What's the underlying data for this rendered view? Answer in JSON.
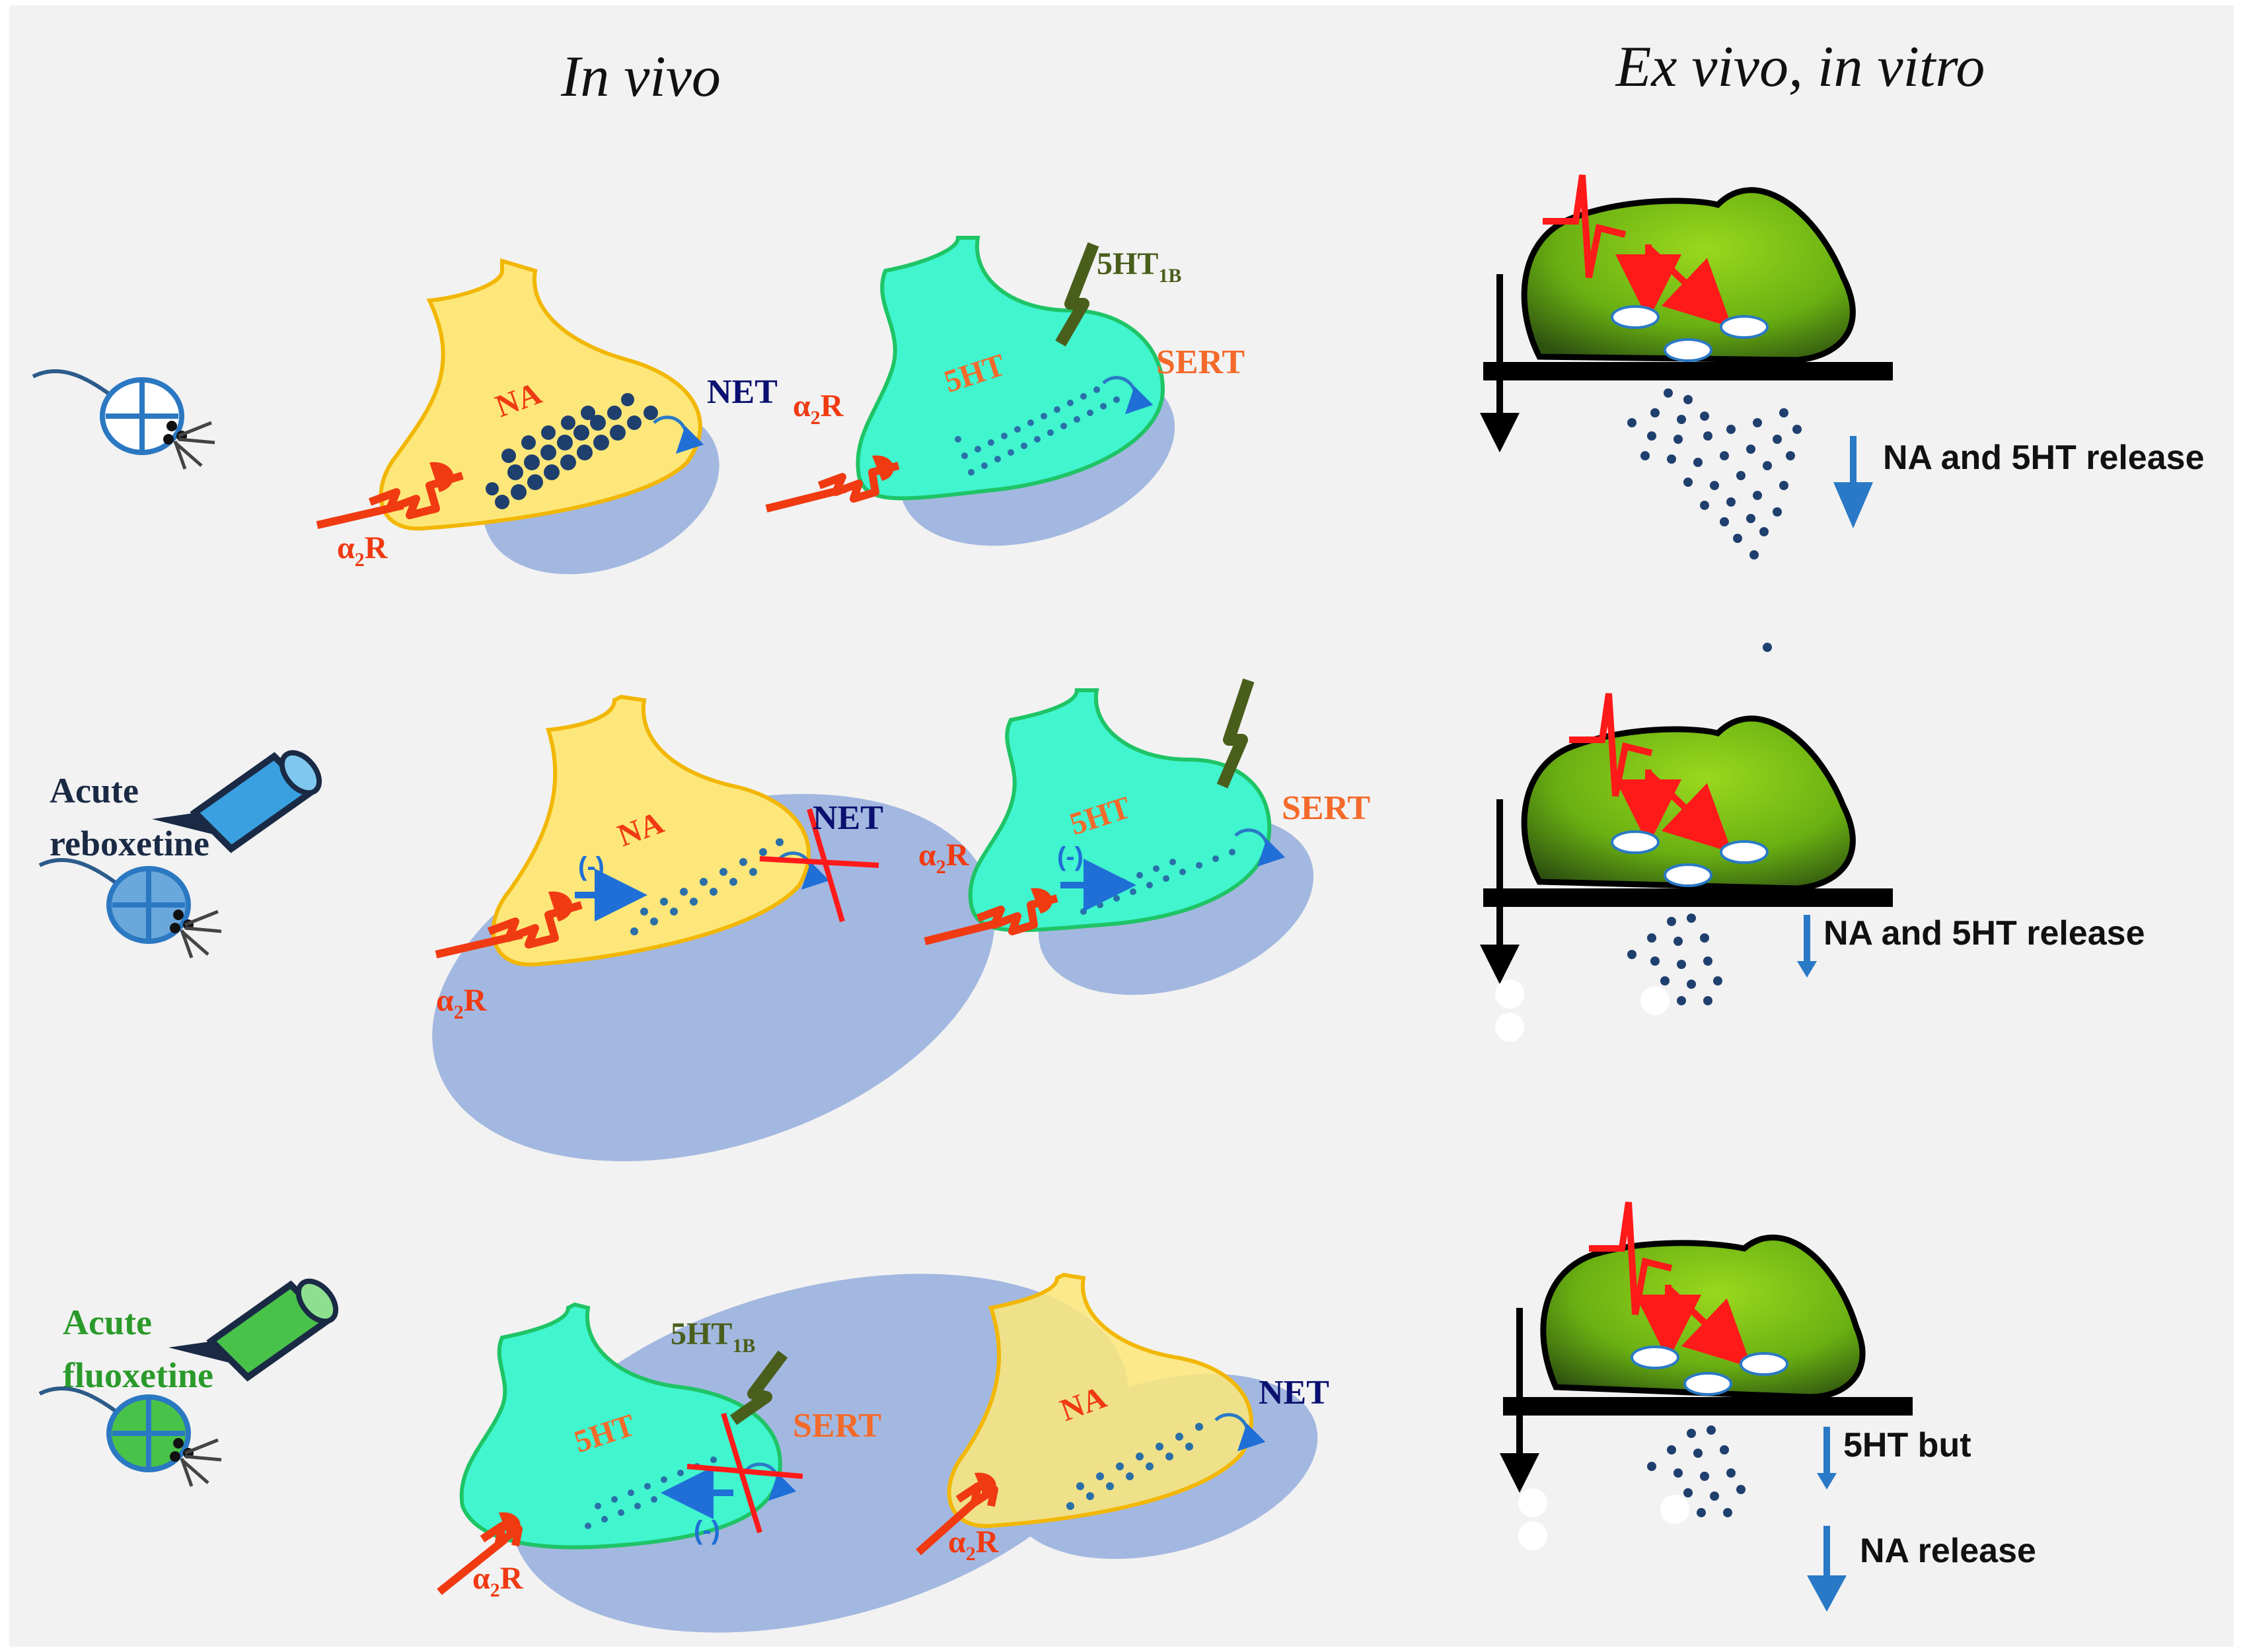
{
  "headers": {
    "in_vivo": "In vivo",
    "ex_vivo": "Ex vivo, in vitro"
  },
  "conditions": {
    "control": {
      "label_1": "",
      "label_2": ""
    },
    "reboxetine": {
      "label_1": "Acute",
      "label_2": "reboxetine"
    },
    "fluoxetine": {
      "label_1": "Acute",
      "label_2": "fluoxetine"
    }
  },
  "labels": {
    "na": "NA",
    "fivehttext": "5HT",
    "net": "NET",
    "sert": "SERT",
    "alpha": "α",
    "two": "2",
    "r": "R",
    "ht1b_main": "5HT",
    "ht1b_sub": "1B",
    "inhibit": "(-)"
  },
  "release": {
    "row1": "NA and 5HT release",
    "row2": "NA and 5HT release",
    "row3_a": "5HT but",
    "row3_b": "NA release"
  },
  "colors": {
    "na_terminal": "#fde77a",
    "na_border": "#f2b705",
    "ht_terminal": "#41f5cf",
    "ht_border": "#1fc466",
    "cleft": "#a3b8e0",
    "receptor_red": "#f03a12",
    "ht1b_green": "#4a5e1c",
    "net_blue": "#0a1070",
    "sert_orange": "#f46a2a",
    "arrow_blue": "#2a79c6",
    "synaptosome": "#7fc31a",
    "synaptosome_dark": "#2e5210"
  }
}
